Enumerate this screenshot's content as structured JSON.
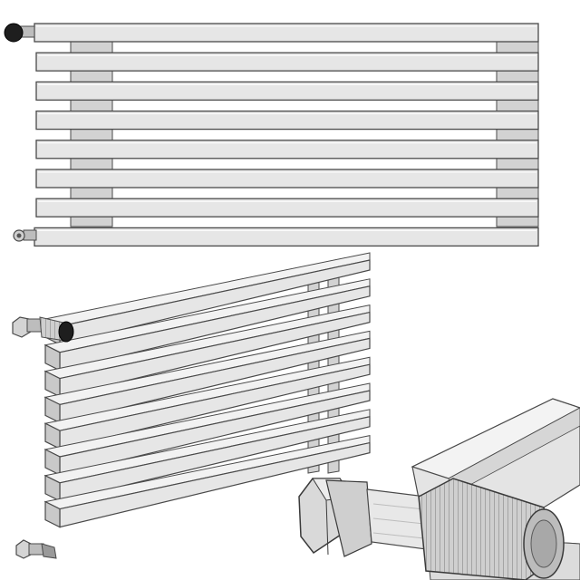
{
  "image": {
    "subject": "horizontal-bar-radiator",
    "views": [
      "front-view",
      "perspective-view",
      "valve-closeup"
    ],
    "colors": {
      "background": "#ffffff",
      "bar_face": "#e6e6e6",
      "bar_top": "#f2f2f2",
      "bar_side": "#c9c9c9",
      "edge": "#4a4a4a",
      "bracket": "#d2d2d2",
      "knob_dark": "#1e1e1e",
      "valve_metal": "#bdbdbd"
    },
    "radiator": {
      "bar_count": 8,
      "bracket_count": 2
    }
  }
}
